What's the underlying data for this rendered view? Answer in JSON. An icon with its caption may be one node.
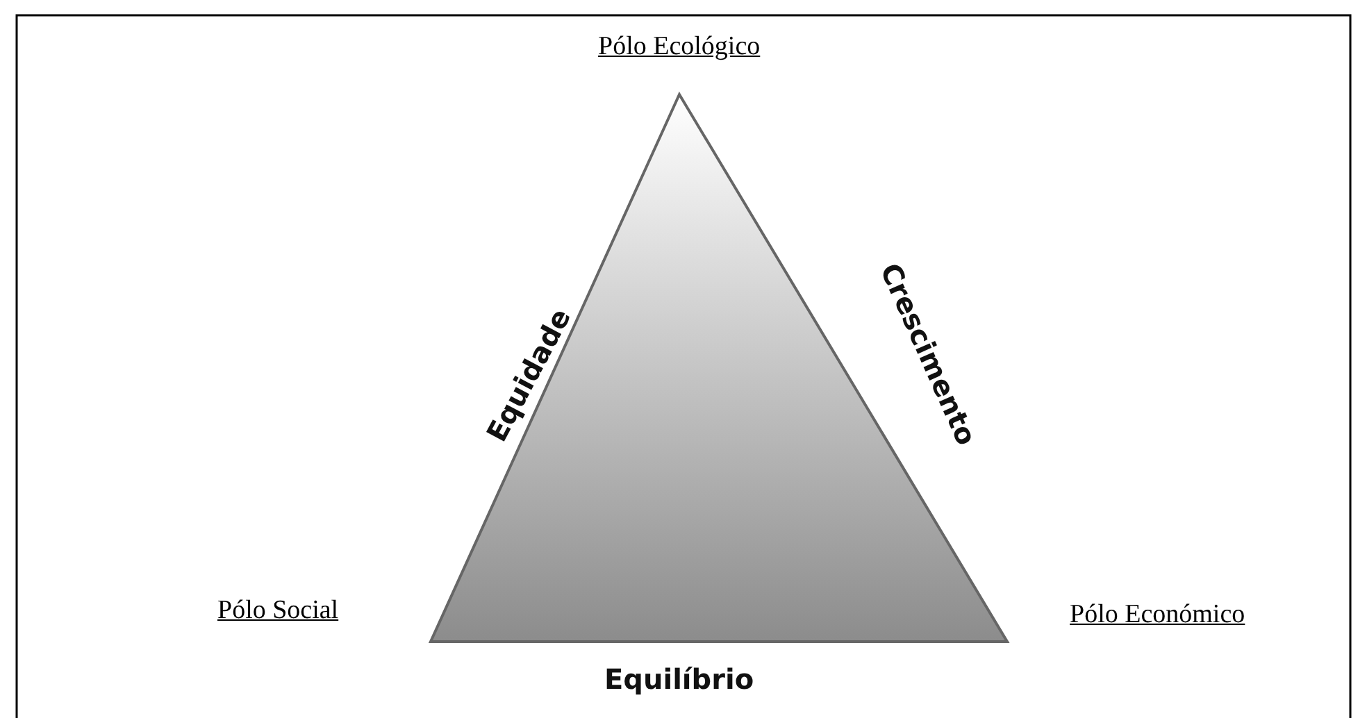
{
  "diagram": {
    "labels": [
      "Pólo Ecológico",
      "Equidade",
      "Crescimento",
      "Pólo Social",
      "Pólo Económico",
      "Equilíbrio"
    ]
  }
}
